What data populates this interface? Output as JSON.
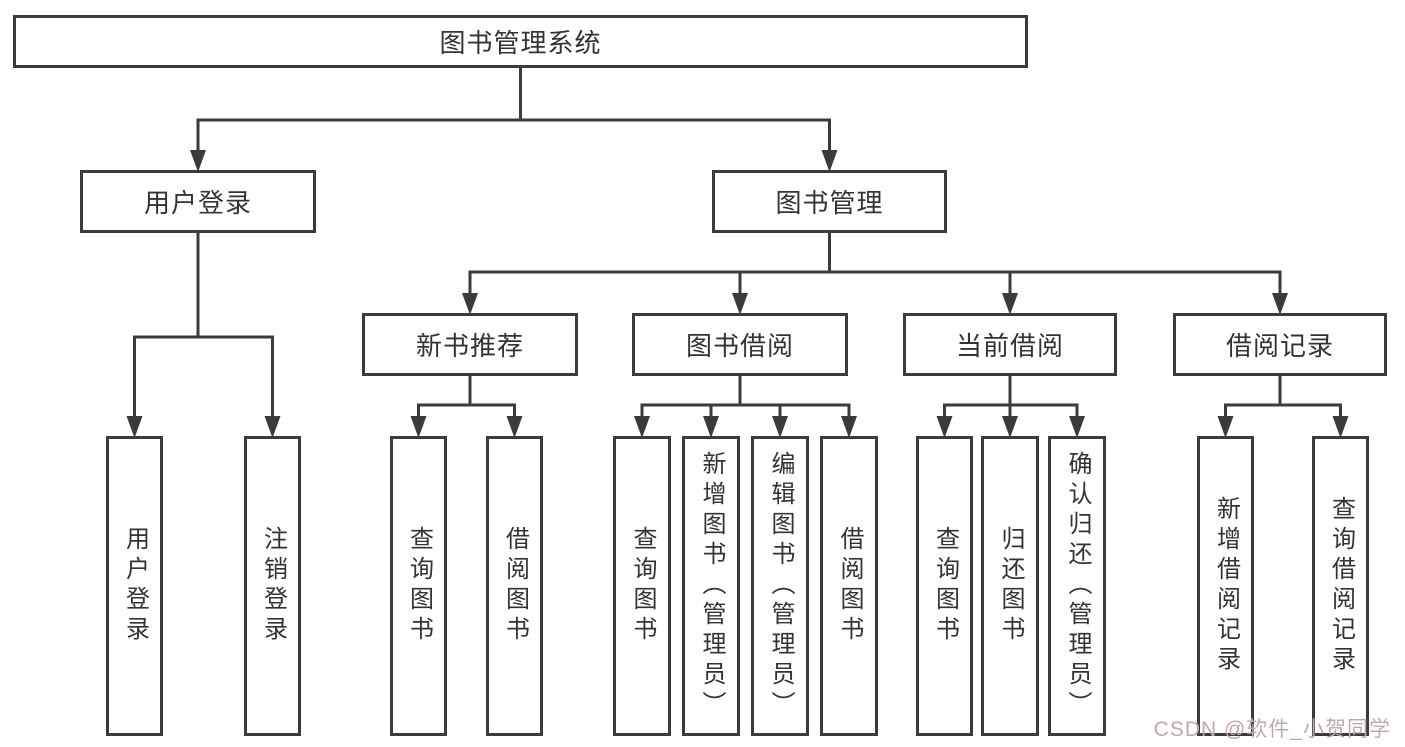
{
  "diagram": {
    "title": "图书管理系统"
  },
  "nodes": {
    "root": {
      "label": "图书管理系统"
    },
    "user_login": {
      "label": "用户登录"
    },
    "book_mgmt": {
      "label": "图书管理"
    },
    "user_login_action": {
      "label": "用户登录"
    },
    "logout_action": {
      "label": "注销登录"
    },
    "new_book_rec": {
      "label": "新书推荐"
    },
    "book_borrow": {
      "label": "图书借阅"
    },
    "current_borrow": {
      "label": "当前借阅"
    },
    "borrow_record": {
      "label": "借阅记录"
    },
    "rec_query_book": {
      "label": "查询图书"
    },
    "rec_borrow_book": {
      "label": "借阅图书"
    },
    "bb_query_book": {
      "label": "查询图书"
    },
    "bb_add_book": {
      "label": "新增图书（管理员）"
    },
    "bb_edit_book": {
      "label": "编辑图书（管理员）"
    },
    "bb_borrow_book": {
      "label": "借阅图书"
    },
    "cb_query_book": {
      "label": "查询图书"
    },
    "cb_return_book": {
      "label": "归还图书"
    },
    "cb_confirm_return": {
      "label": "确认归还（管理员）"
    },
    "br_add_record": {
      "label": "新增借阅记录"
    },
    "br_query_record": {
      "label": "查询借阅记录"
    }
  },
  "edges": [
    {
      "from": "root",
      "to": [
        "user_login",
        "book_mgmt"
      ]
    },
    {
      "from": "user_login",
      "to": [
        "user_login_action",
        "logout_action"
      ]
    },
    {
      "from": "book_mgmt",
      "to": [
        "new_book_rec",
        "book_borrow",
        "current_borrow",
        "borrow_record"
      ]
    },
    {
      "from": "new_book_rec",
      "to": [
        "rec_query_book",
        "rec_borrow_book"
      ]
    },
    {
      "from": "book_borrow",
      "to": [
        "bb_query_book",
        "bb_add_book",
        "bb_edit_book",
        "bb_borrow_book"
      ]
    },
    {
      "from": "current_borrow",
      "to": [
        "cb_query_book",
        "cb_return_book",
        "cb_confirm_return"
      ]
    },
    {
      "from": "borrow_record",
      "to": [
        "br_add_record",
        "br_query_record"
      ]
    }
  ],
  "watermark": {
    "text": "CSDN @软件_小贺同学"
  },
  "colors": {
    "line": "#3b3b3b",
    "box_border": "#3b3b3b",
    "text": "#333333",
    "background": "#ffffff",
    "watermark": "#bfa9ad"
  }
}
